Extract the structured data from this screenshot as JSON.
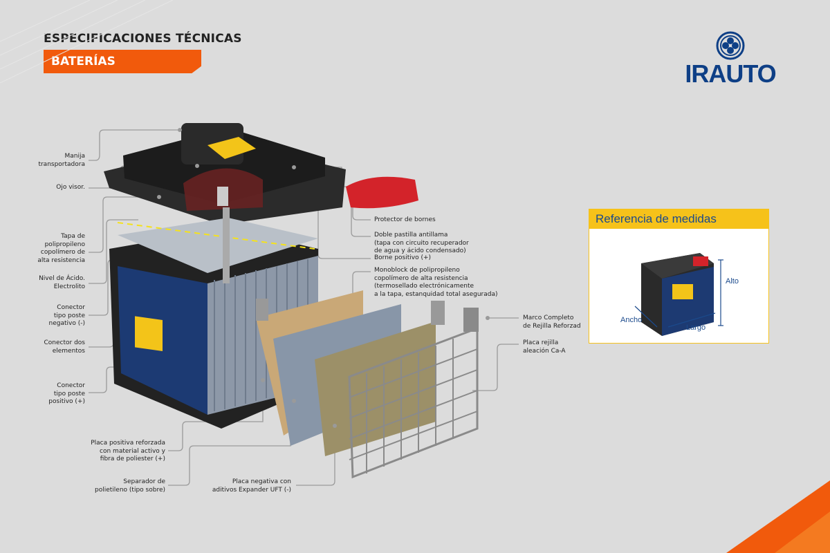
{
  "header": {
    "title": "ESPECIFICACIONES TÉCNICAS",
    "tag": "BATERÍAS"
  },
  "logo": {
    "text": "IRAUTO"
  },
  "labels_left": [
    "Manija\ntransportadora",
    "Ojo visor.",
    "Tapa de\npolipropileno\ncopolímero de\nalta resistencia",
    "Nivel de Ácido.\nElectrolito",
    "Conector\ntipo poste\nnegativo (-)",
    "Conector dos\nelementos",
    "Conector\ntipo poste\npositivo (+)"
  ],
  "labels_bottom": [
    "Placa positiva reforzada\ncon material activo y\nfibra de poliester (+)",
    "Separador de\npolietileno (tipo sobre)",
    "Placa negativa con\naditivos Expander UFT (-)"
  ],
  "labels_right": [
    "Protector de bornes",
    "Doble pastilla antillama\n(tapa con circuito recuperador\nde agua y ácido condensado)",
    "Borne positivo (+)",
    "Monoblock de polipropileno\ncopolímero de alta resistencia\n(termosellado electrónicamente\na la tapa, estanquidad total asegurada)",
    "Marco Completo\nde Rejilla Reforzad",
    "Placa rejilla\naleación Ca-A"
  ],
  "reference": {
    "title": "Referencia de medidas",
    "alto": "Alto",
    "ancho": "Ancho",
    "largo": "Largo"
  },
  "colors": {
    "accent": "#f15a0c",
    "brand": "#0e3f86",
    "yellow": "#f6c21a"
  }
}
